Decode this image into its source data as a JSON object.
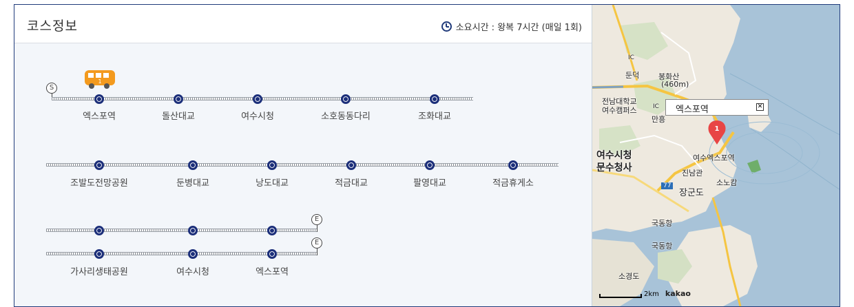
{
  "header": {
    "title": "코스정보",
    "duration": "소요시간 : 왕복 7시간 (매일 1회)"
  },
  "route": {
    "start_badge": "S",
    "end_badge": "E",
    "bus_number": "1",
    "stops_row1": [
      "엑스포역",
      "돌산대교",
      "여수시청",
      "소호동동다리",
      "조화대교"
    ],
    "stops_row2": [
      "조발도전망공원",
      "둔병대교",
      "낭도대교",
      "적금대교",
      "팔영대교",
      "적금휴게소"
    ],
    "stops_row3": [
      "가사리생태공원",
      "여수시청",
      "엑스포역"
    ]
  },
  "map": {
    "popup_label": "엑스포역",
    "marker_number": "1",
    "labels": {
      "dunduk": "둔덕",
      "bonghwa": "봉화산",
      "bonghwa_alt": "(460m)",
      "campus1": "전남대학교",
      "campus2": "여수캠퍼스",
      "manheung": "만흥",
      "ic": "IC",
      "ic2": "IC",
      "cityhall1": "여수시청",
      "cityhall2": "문수청사",
      "expo": "여수엑스포역",
      "jinnam": "진남관",
      "sonokam": "소노캄",
      "janggundo": "장군도",
      "road": "77",
      "gukdong1": "국동항",
      "gukdong2": "국동항",
      "sogyeong": "소경도",
      "scale": "2km",
      "brand": "kakao"
    }
  }
}
